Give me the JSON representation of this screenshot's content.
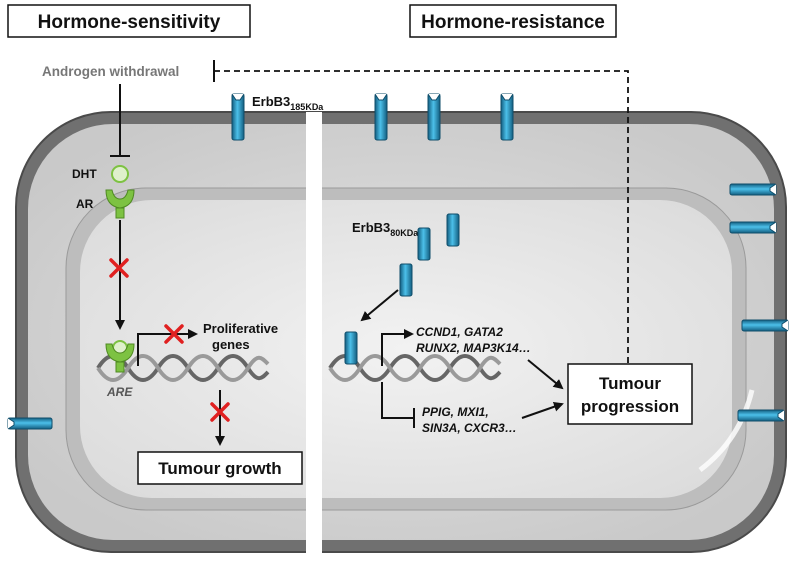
{
  "headers": {
    "left": "Hormone-sensitivity",
    "right": "Hormone-resistance"
  },
  "left_panel": {
    "androgen_withdrawal": "Androgen withdrawal",
    "dht": "DHT",
    "ar": "AR",
    "proliferative_genes_line1": "Proliferative",
    "proliferative_genes_line2": "genes",
    "are": "ARE",
    "tumour_growth": "Tumour growth"
  },
  "right_panel": {
    "erbb3_full_base": "ErbB3",
    "erbb3_full_sub": "185KDa",
    "erbb3_nuclear_base": "ErbB3",
    "erbb3_nuclear_sub": "80KDa",
    "activated_genes_line1": "CCND1, GATA2",
    "activated_genes_line2": "RUNX2, MAP3K14…",
    "repressed_genes_line1": "PPIG, MXI1,",
    "repressed_genes_line2": "SIN3A, CXCR3…",
    "tumour_progression_line1": "Tumour",
    "tumour_progression_line2": "progression"
  },
  "colors": {
    "receptor": "#2a9fcc",
    "receptor_dark": "#135e80",
    "ar_green": "#7dc242",
    "inhibit_red": "#e02020",
    "cell_outer": "#6a6a6a",
    "cell_inner": "#d4d4d4",
    "nucleus": "#e6e6e6"
  }
}
